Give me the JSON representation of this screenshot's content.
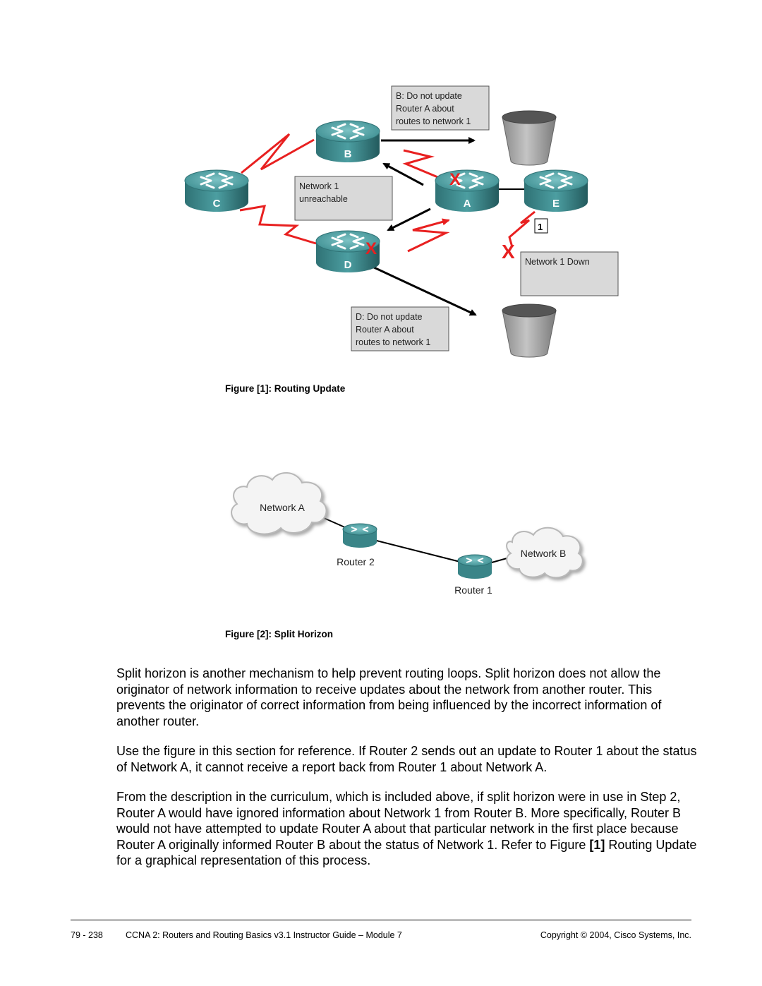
{
  "figure1": {
    "caption_prefix": "Figure ",
    "caption_num": "[1]",
    "caption_sep": ": ",
    "caption_title": "Routing Update",
    "routers": {
      "b": "B",
      "c": "C",
      "a": "A",
      "d": "D",
      "e": "E"
    },
    "box_b": [
      "B: Do not update",
      "Router A about",
      "routes to network 1"
    ],
    "box_unreachable": [
      "Network 1",
      "unreachable"
    ],
    "box_d": [
      "D: Do not update",
      "Router A about",
      "routes to network 1"
    ],
    "box_down": "Network 1 Down",
    "marker": "1",
    "colors": {
      "router": "#3d8e90",
      "link": "#e82020",
      "box": "#d9d9d9",
      "bucket": "#a8a8a8"
    }
  },
  "figure2": {
    "caption_prefix": "Figure ",
    "caption_num": "[2]",
    "caption_sep": ": ",
    "caption_title": "Split Horizon",
    "network_a": "Network A",
    "network_b": "Network B",
    "router2": "Router 2",
    "router1": "Router 1"
  },
  "paragraphs": {
    "p1": "Split horizon is another mechanism to help prevent routing loops. Split horizon does not allow the originator of network information to receive updates about the network from another router. This prevents the originator of correct information from being influenced by the incorrect information of another router.",
    "p2": "Use the figure in this section for reference. If Router 2 sends out an update to Router 1 about the status of Network A, it cannot receive a report back from Router 1 about Network A.",
    "p3_before": "From the description in the curriculum, which is included above, if split horizon were in use in Step 2, Router A would have ignored information about Network 1 from Router B. More specifically, Router B would not have attempted to update Router A about that particular network in the first place because Router A originally informed Router B about the status of Network 1. Refer to Figure ",
    "p3_bold": "[1]",
    "p3_after": " Routing Update for a graphical representation of this process."
  },
  "footer": {
    "page": "79 - 238",
    "title": "CCNA 2: Routers and Routing Basics v3.1 Instructor Guide – Module 7",
    "copyright": "Copyright © 2004, Cisco Systems, Inc."
  }
}
